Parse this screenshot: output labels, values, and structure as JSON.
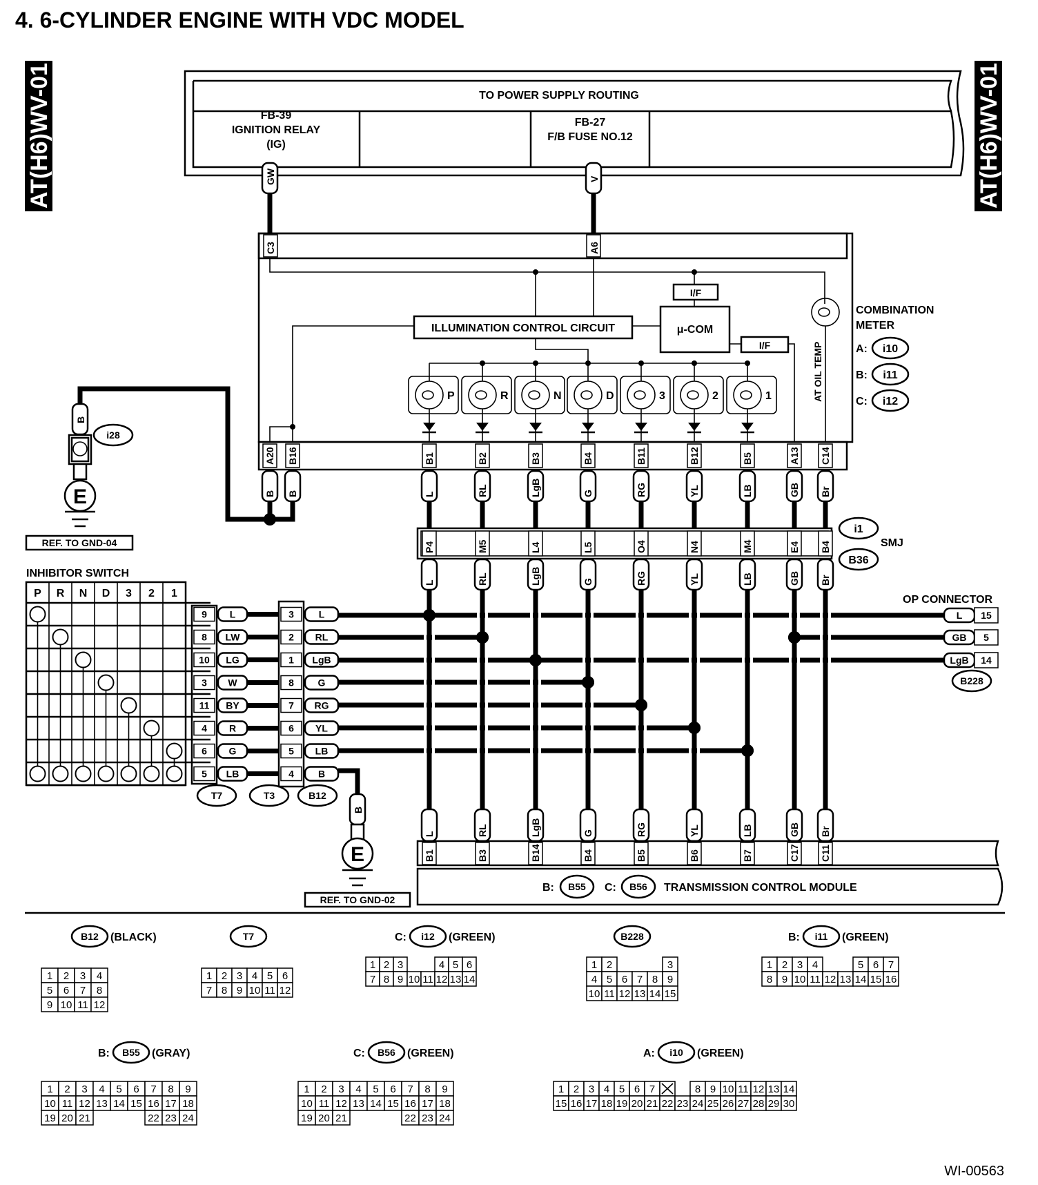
{
  "title": "4.  6-CYLINDER ENGINE WITH VDC MODEL",
  "side_label": "AT(H6)WV-01",
  "power_supply": {
    "header": "TO POWER SUPPLY ROUTING",
    "ignition_relay": [
      "FB-39",
      "IGNITION RELAY",
      "(IG)"
    ],
    "fuse": [
      "FB-27",
      "F/B FUSE NO.12"
    ],
    "ignition_wire": "GW",
    "fuse_wire": "V"
  },
  "combination_meter": {
    "label_line1": "COMBINATION",
    "label_line2": "METER",
    "connectors": [
      {
        "prefix": "A:",
        "id": "i10"
      },
      {
        "prefix": "B:",
        "id": "i11"
      },
      {
        "prefix": "C:",
        "id": "i12"
      }
    ],
    "top_pins": [
      "C3",
      "A6"
    ],
    "illumination": "ILLUMINATION CONTROL CIRCUIT",
    "ucom": "μ-COM",
    "interface": "I/F",
    "oil_temp": "AT OIL TEMP",
    "lamps": [
      "P",
      "R",
      "N",
      "D",
      "3",
      "2",
      "1"
    ],
    "bottom_pins": [
      "A20",
      "B16",
      "B1",
      "B2",
      "B3",
      "B4",
      "B11",
      "B12",
      "B5",
      "A13",
      "C14"
    ],
    "bottom_wires": [
      "B",
      "B",
      "L",
      "RL",
      "LgB",
      "G",
      "RG",
      "YL",
      "LB",
      "GB",
      "Br"
    ]
  },
  "ground_top": {
    "wire": "B",
    "connector": "i28",
    "symbol": "E",
    "ref": "REF. TO GND-04"
  },
  "smj": {
    "label": "SMJ",
    "connectors": [
      "i1",
      "B36"
    ],
    "pins": [
      "P4",
      "M5",
      "L4",
      "L5",
      "O4",
      "N4",
      "M4",
      "E4",
      "B4"
    ],
    "wires": [
      "L",
      "RL",
      "LgB",
      "G",
      "RG",
      "YL",
      "LB",
      "GB",
      "Br"
    ]
  },
  "inhibitor_switch": {
    "label": "INHIBITOR SWITCH",
    "positions": [
      "P",
      "R",
      "N",
      "D",
      "3",
      "2",
      "1"
    ],
    "t7_pins": [
      "9",
      "8",
      "10",
      "3",
      "11",
      "4",
      "6",
      "5"
    ],
    "t7_wires": [
      "L",
      "LW",
      "LG",
      "W",
      "BY",
      "R",
      "G",
      "LB"
    ],
    "b12_pins": [
      "3",
      "2",
      "1",
      "8",
      "7",
      "6",
      "5",
      "4"
    ],
    "b12_wires": [
      "L",
      "RL",
      "LgB",
      "G",
      "RG",
      "YL",
      "LB",
      "B"
    ],
    "connectors": [
      "T7",
      "T3",
      "B12"
    ]
  },
  "ground_bottom": {
    "wire": "B",
    "symbol": "E",
    "ref": "REF. TO GND-02"
  },
  "op_connector": {
    "label": "OP CONNECTOR",
    "wires": [
      "L",
      "GB",
      "LgB"
    ],
    "pins": [
      "15",
      "5",
      "14"
    ],
    "connector": "B228"
  },
  "tcm": {
    "label": "TRANSMISSION CONTROL MODULE",
    "connector_b_prefix": "B:",
    "connector_b": "B55",
    "connector_c_prefix": "C:",
    "connector_c": "B56",
    "wires": [
      "L",
      "RL",
      "LgB",
      "G",
      "RG",
      "YL",
      "LB",
      "GB",
      "Br"
    ],
    "pins": [
      "B1",
      "B3",
      "B14",
      "B4",
      "B5",
      "B6",
      "B7",
      "C17",
      "C11"
    ]
  },
  "connector_views": [
    {
      "prefix": "",
      "id": "B12",
      "color": "(BLACK)",
      "rows": [
        [
          "1",
          "2",
          "3",
          "4"
        ],
        [
          "5",
          "6",
          "7",
          "8"
        ],
        [
          "9",
          "10",
          "11",
          "12"
        ]
      ]
    },
    {
      "prefix": "",
      "id": "T7",
      "color": "",
      "rows": [
        [
          "1",
          "2",
          "3",
          "4",
          "5",
          "6"
        ],
        [
          "7",
          "8",
          "9",
          "10",
          "11",
          "12"
        ]
      ]
    },
    {
      "prefix": "C:",
      "id": "i12",
      "color": "(GREEN)",
      "rows": [
        [
          "1",
          "2",
          "3",
          "",
          "",
          "4",
          "5",
          "6"
        ],
        [
          "7",
          "8",
          "9",
          "10",
          "11",
          "12",
          "13",
          "14"
        ]
      ]
    },
    {
      "prefix": "",
      "id": "B228",
      "color": "",
      "rows": [
        [
          "1",
          "2",
          "",
          "",
          "",
          "3"
        ],
        [
          "4",
          "5",
          "6",
          "7",
          "8",
          "9"
        ],
        [
          "10",
          "11",
          "12",
          "13",
          "14",
          "15"
        ]
      ]
    },
    {
      "prefix": "B:",
      "id": "i11",
      "color": "(GREEN)",
      "rows": [
        [
          "1",
          "2",
          "3",
          "4",
          "",
          "",
          "5",
          "6",
          "7"
        ],
        [
          "8",
          "9",
          "10",
          "11",
          "12",
          "13",
          "14",
          "15",
          "16"
        ]
      ]
    },
    {
      "prefix": "B:",
      "id": "B55",
      "color": "(GRAY)",
      "rows": [
        [
          "1",
          "2",
          "3",
          "4",
          "5",
          "6",
          "7",
          "8",
          "9"
        ],
        [
          "10",
          "11",
          "12",
          "13",
          "14",
          "15",
          "16",
          "17",
          "18"
        ],
        [
          "19",
          "20",
          "21",
          "",
          "",
          "",
          "22",
          "23",
          "24"
        ]
      ]
    },
    {
      "prefix": "C:",
      "id": "B56",
      "color": "(GREEN)",
      "rows": [
        [
          "1",
          "2",
          "3",
          "4",
          "5",
          "6",
          "7",
          "8",
          "9"
        ],
        [
          "10",
          "11",
          "12",
          "13",
          "14",
          "15",
          "16",
          "17",
          "18"
        ],
        [
          "19",
          "20",
          "21",
          "",
          "",
          "",
          "22",
          "23",
          "24"
        ]
      ]
    },
    {
      "prefix": "A:",
      "id": "i10",
      "color": "(GREEN)",
      "rows": [
        [
          "1",
          "2",
          "3",
          "4",
          "5",
          "6",
          "7",
          "X",
          "",
          "8",
          "9",
          "10",
          "11",
          "12",
          "13",
          "14"
        ],
        [
          "15",
          "16",
          "17",
          "18",
          "19",
          "20",
          "21",
          "22",
          "23",
          "24",
          "25",
          "26",
          "27",
          "28",
          "29",
          "30"
        ]
      ]
    }
  ],
  "figure_id": "WI-00563"
}
